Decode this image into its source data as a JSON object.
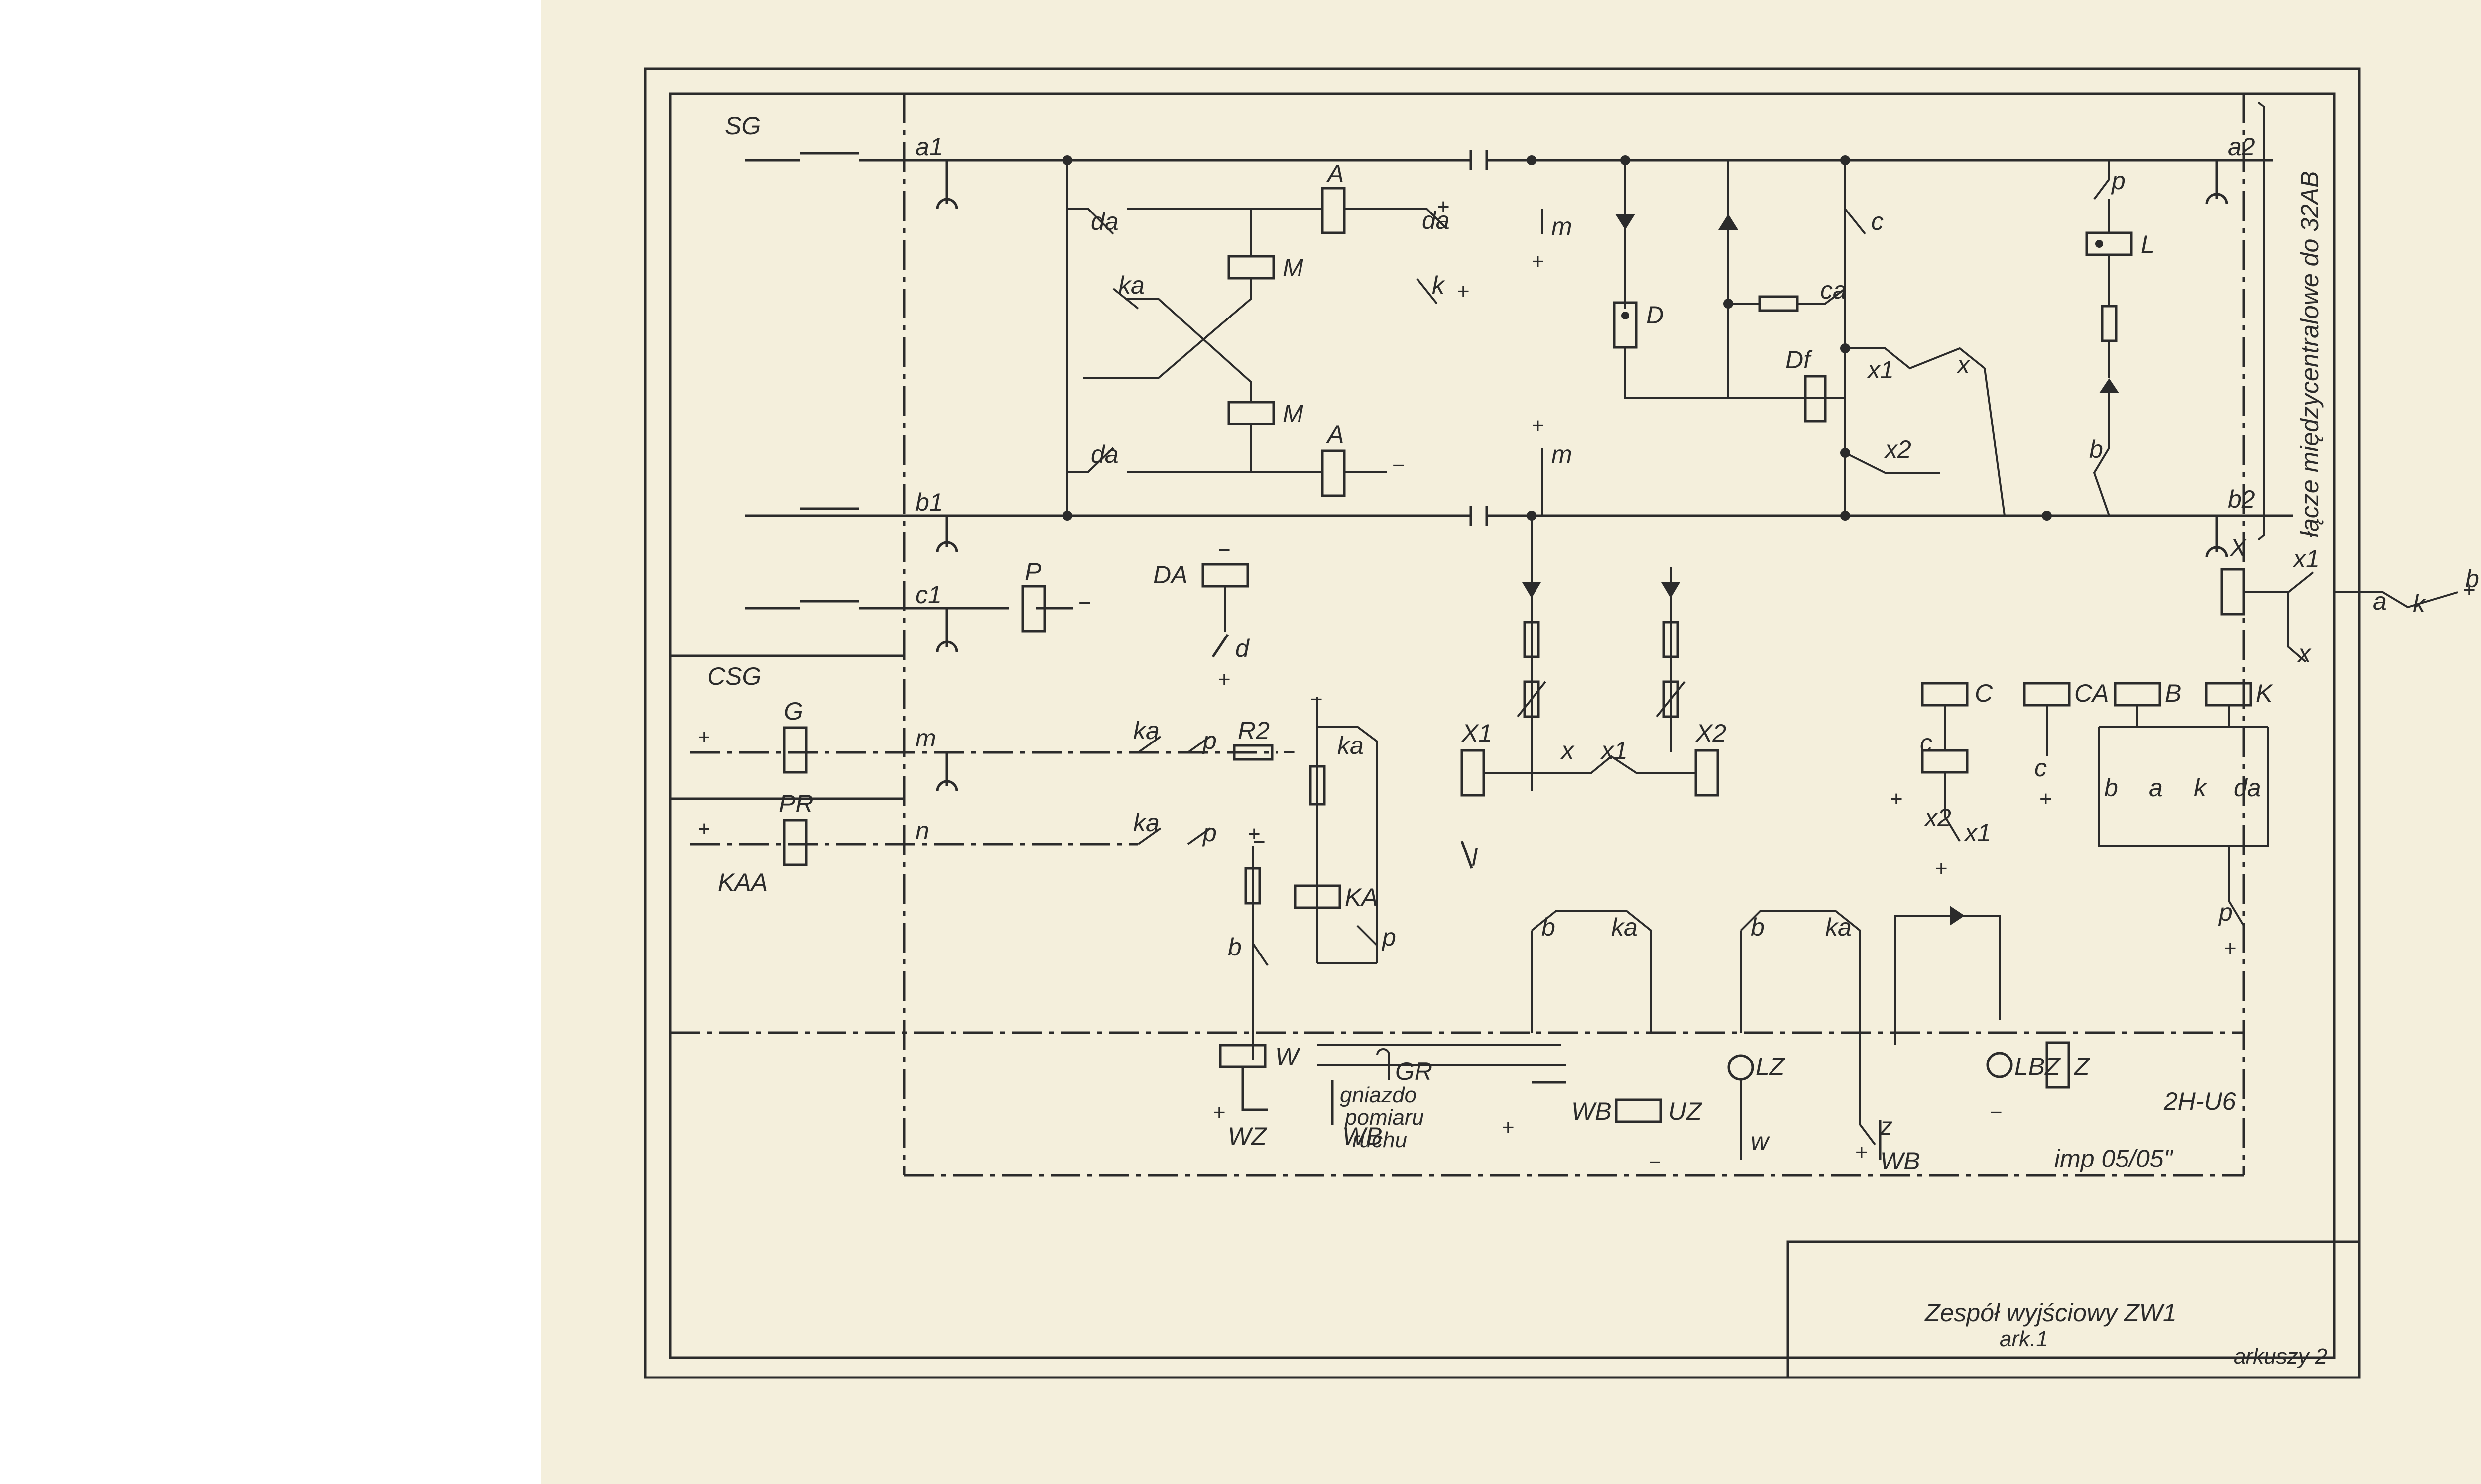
{
  "sheet": {
    "title": "Zespół wyjściowy ZW1",
    "subtitle": "ark.1",
    "sheet_count": "arkuszy 2",
    "side_note": "łącze międzycentralowe do 32AB",
    "board_code": "2H-U6",
    "timing": "imp 05/05\""
  },
  "left_blocks": {
    "sg": "SG",
    "csg": "CSG",
    "g": "G",
    "pr": "PR",
    "kaa": "KAA",
    "plus_g": "+",
    "plus_pr": "+"
  },
  "lines": {
    "a1": "a1",
    "b1": "b1",
    "c1": "c1",
    "m": "m",
    "n": "n",
    "a2": "a2",
    "b2": "b2"
  },
  "relays": {
    "A": "A",
    "M": "M",
    "D": "D",
    "Df": "Df",
    "L": "L",
    "P": "P",
    "DA": "DA",
    "X": "X",
    "X1": "X1",
    "X2": "X2",
    "C": "C",
    "CA": "CA",
    "B": "B",
    "K": "K",
    "KA": "KA",
    "R2": "R2",
    "UZ": "UZ",
    "Z": "Z",
    "W": "W",
    "WB": "WB"
  },
  "contacts": {
    "da": "da",
    "ka": "ka",
    "k": "k",
    "m": "m",
    "c": "c",
    "ca": "ca",
    "x1": "x1",
    "x": "x",
    "x2": "x2",
    "p": "p",
    "b": "b",
    "d": "d",
    "a": "a",
    "l": "l",
    "w": "w",
    "z": "z",
    "wz": "WZ",
    "wb": "WB"
  },
  "lamps": {
    "lz": "LZ",
    "lbz": "LBZ"
  },
  "socket": {
    "label": "GR",
    "caption_1": "gniazdo",
    "caption_2": "pomiaru",
    "caption_3": "ruchu"
  },
  "signs": {
    "plus": "+",
    "minus": "−"
  }
}
